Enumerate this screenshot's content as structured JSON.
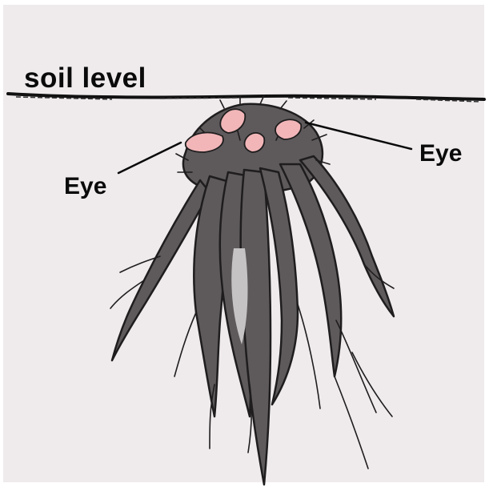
{
  "labels": {
    "soil_level": "soil level",
    "eye_left": "Eye",
    "eye_right": "Eye"
  },
  "colors": {
    "background": "#efebec",
    "root": "#5e5a5c",
    "root_dark": "#1f1d1e",
    "root_highlight": "#c6c3c4",
    "eye_bud": "#f2b6b8",
    "ink": "#0a0a0a"
  }
}
